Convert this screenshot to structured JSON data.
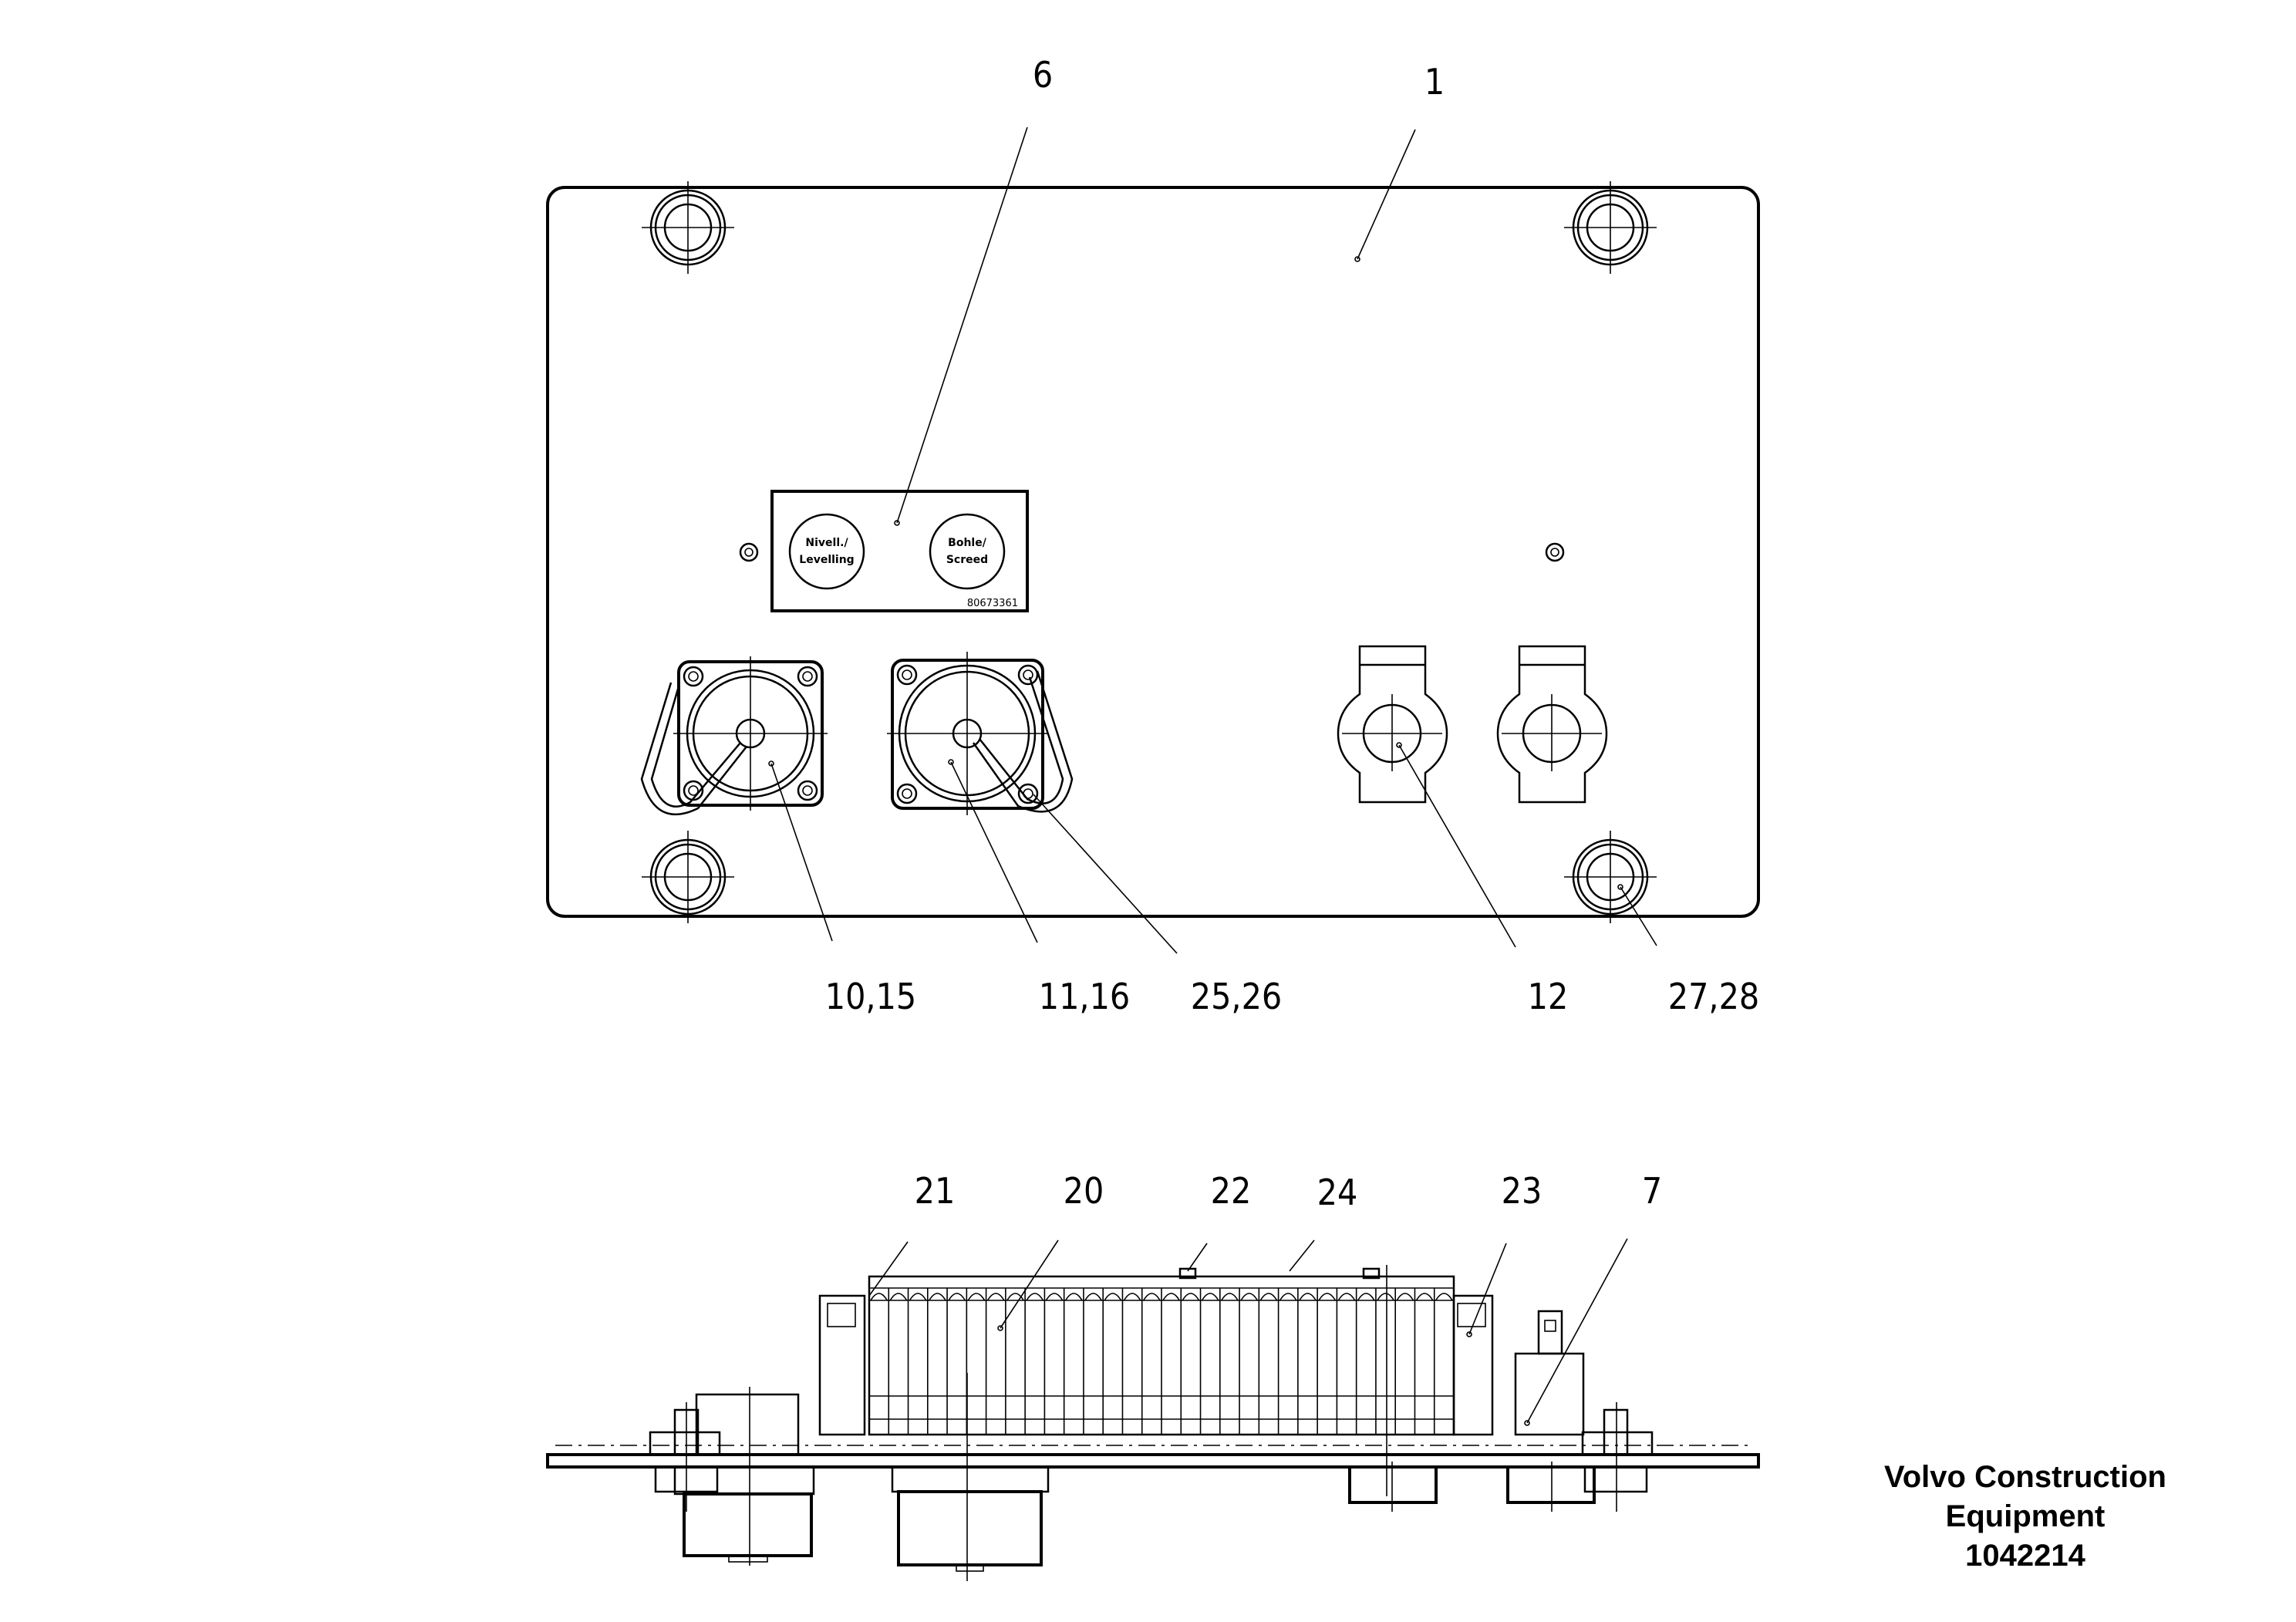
{
  "callouts": {
    "c6": "6",
    "c1": "1",
    "c10_15": "10,15",
    "c11_16": "11,16",
    "c25_26": "25,26",
    "c12": "12",
    "c27_28": "27,28",
    "c21": "21",
    "c20": "20",
    "c22": "22",
    "c24": "24",
    "c23": "23",
    "c7": "7"
  },
  "label_plate": {
    "button_left_line1": "Nivell./",
    "button_left_line2": "Levelling",
    "button_right_line1": "Bohle/",
    "button_right_line2": "Screed",
    "part_number": "80673361"
  },
  "brand_block": {
    "line1": "Volvo Construction",
    "line2": "Equipment",
    "line3": "1042214"
  }
}
